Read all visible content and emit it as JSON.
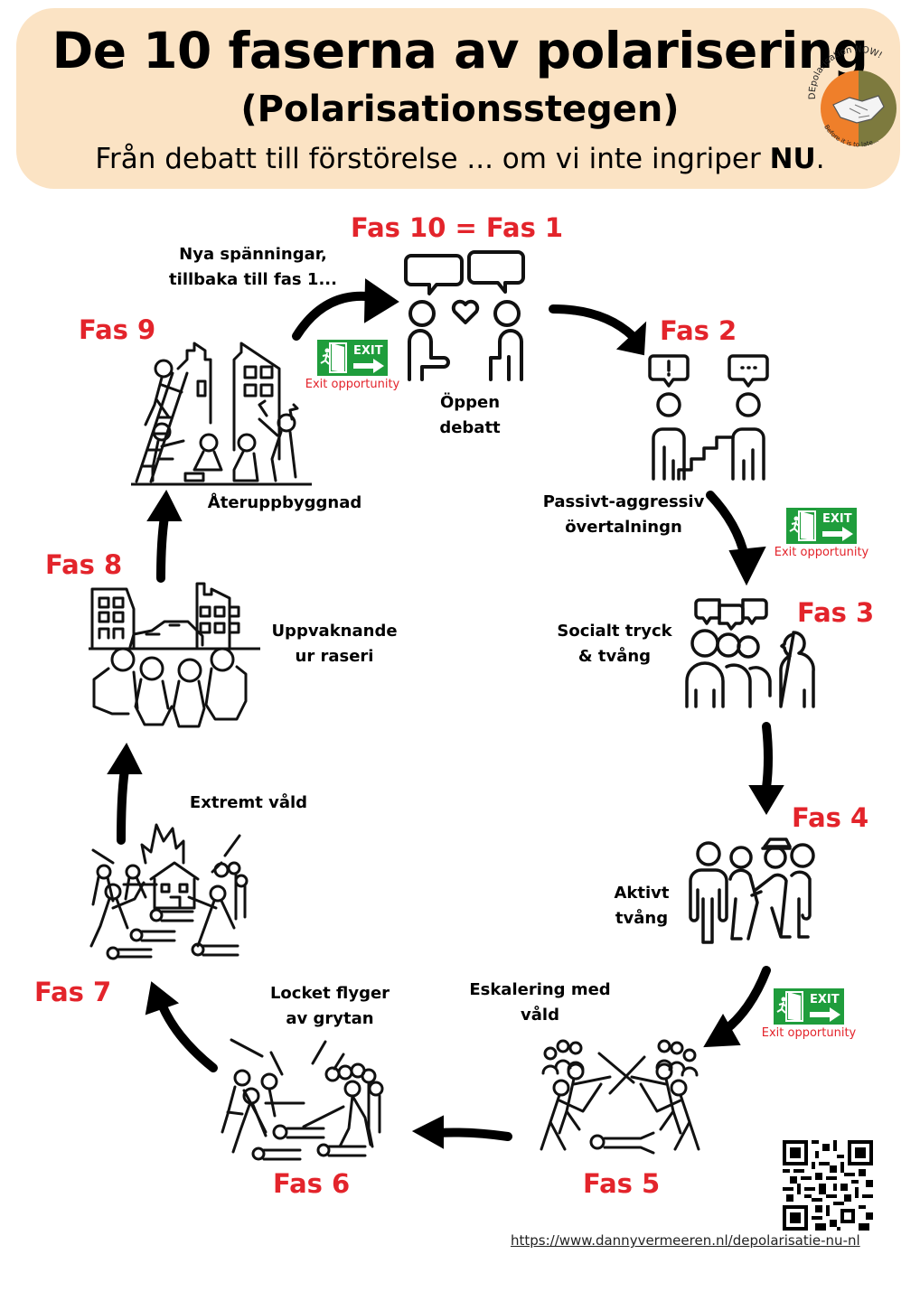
{
  "header": {
    "title": "De 10 faserna av polarisering",
    "subtitle": "(Polarisationsstegen)",
    "tagline_prefix": "Från debatt till förstörelse ... om vi inte ingriper ",
    "tagline_bold": "NU",
    "tagline_suffix": ".",
    "logo": {
      "top_text": "DEpolarisation NOW!",
      "bottom_text": "Before it is to late...",
      "icon": "handshake-icon",
      "colors": [
        "#ef7f2a",
        "#7d7a3e"
      ]
    }
  },
  "phases": [
    {
      "label": "Fas 10 = Fas 1",
      "description": [
        "Öppen",
        "debatt"
      ],
      "icon": "open-debate-icon"
    },
    {
      "label": "Fas 2",
      "description": [
        "Passivt-aggressiv",
        "övertalningn"
      ],
      "icon": "passive-aggressive-icon"
    },
    {
      "label": "Fas 3",
      "description": [
        "Socialt tryck",
        "& tvång"
      ],
      "icon": "social-pressure-icon"
    },
    {
      "label": "Fas 4",
      "description": [
        "Aktivt",
        "tvång"
      ],
      "icon": "active-coercion-icon"
    },
    {
      "label": "Fas 5",
      "description": [
        "Eskalering med",
        "våld"
      ],
      "icon": "violence-escalation-icon"
    },
    {
      "label": "Fas 6",
      "description": [
        "Locket flyger",
        "av grytan"
      ],
      "icon": "riot-icon"
    },
    {
      "label": "Fas 7",
      "description": [
        "Extremt våld"
      ],
      "icon": "extreme-violence-icon"
    },
    {
      "label": "Fas 8",
      "description": [
        "Uppvaknande",
        "ur raseri"
      ],
      "icon": "awakening-icon"
    },
    {
      "label": "Fas 9",
      "description": [
        "Återuppbyggnad"
      ],
      "icon": "rebuilding-icon"
    }
  ],
  "loop_note": [
    "Nya spänningar,",
    "tillbaka till fas 1..."
  ],
  "exit": {
    "sign_text": "EXIT",
    "label": "Exit opportunity",
    "count": 3
  },
  "colors": {
    "phase_red": "#e3242b",
    "header_bg": "#fbe3c4",
    "exit_green": "#1f9d3c"
  },
  "footer": {
    "url": "https://www.dannyvermeeren.nl/depolarisatie-nu-nl",
    "qr_icon": "qr-code-icon"
  }
}
